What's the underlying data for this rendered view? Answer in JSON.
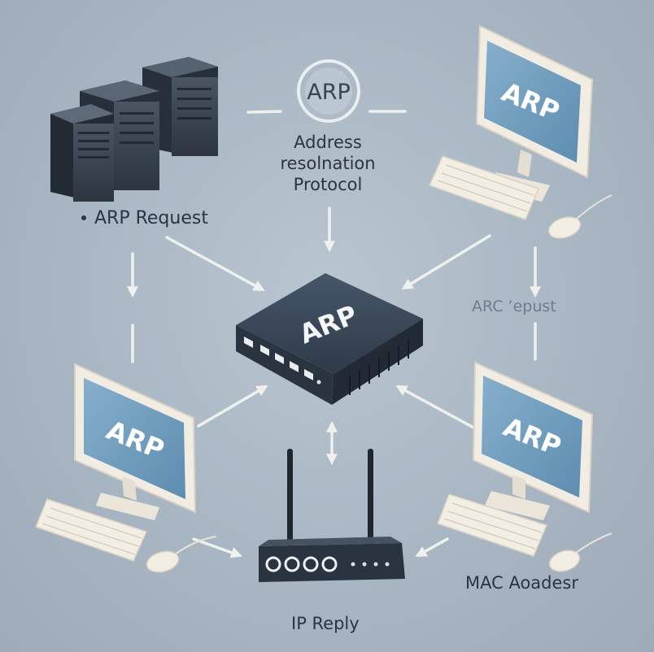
{
  "center_logo": {
    "badge_text": "ARP",
    "caption_lines": [
      "Address",
      "resolnation",
      "Protocol"
    ]
  },
  "switch": {
    "label": "ARP"
  },
  "monitors": [
    {
      "id": "top-right",
      "screen_text": "ARP"
    },
    {
      "id": "bottom-left",
      "screen_text": "ARP"
    },
    {
      "id": "bottom-right",
      "screen_text": "ARP"
    }
  ],
  "labels": {
    "left_request": "ARP Request",
    "right_request": "ARC ’epust",
    "mac_address": "MAC Aoadesr",
    "ip_reply": "IP Reply"
  },
  "colors": {
    "background": "#aab8c4",
    "device_dark": "#2f3a47",
    "screen_blue": "#6c9bbd",
    "monitor_frame": "#f2ede3",
    "arrow": "#eef1ee",
    "text_dark": "#2b3440"
  },
  "icons": [
    "server-rack-icon",
    "network-switch-icon",
    "wireless-router-icon",
    "desktop-monitor-icon",
    "keyboard-icon",
    "mouse-icon"
  ]
}
